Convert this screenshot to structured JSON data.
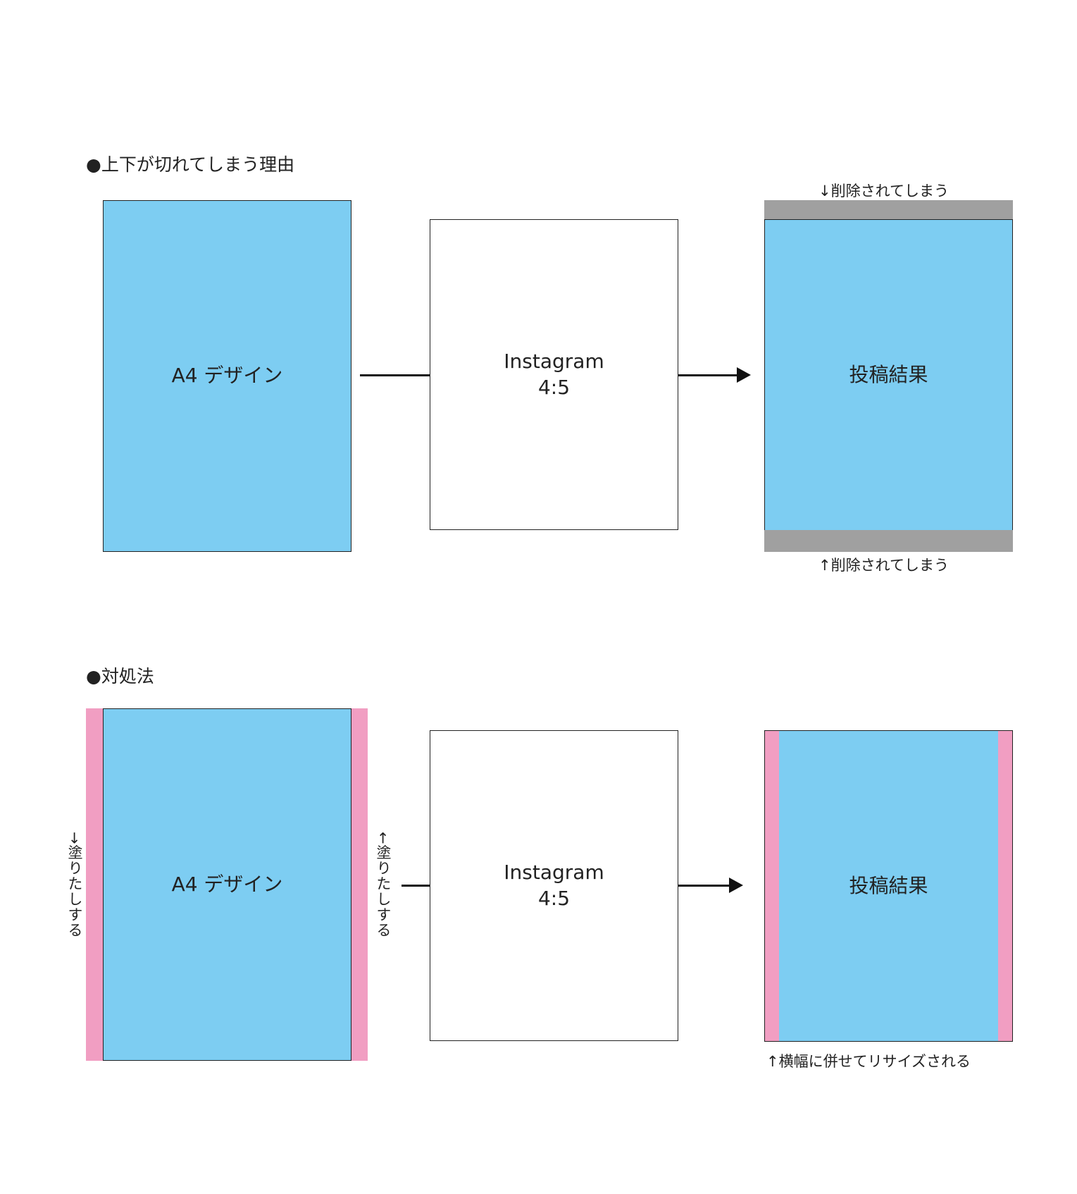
{
  "section1": {
    "title": "●上下が切れてしまう理由",
    "source_label": "A4 デザイン",
    "instagram_line1": "Instagram",
    "instagram_line2": "4:5",
    "result_label": "投稿結果",
    "top_note": "↓削除されてしまう",
    "bottom_note": "↑削除されてしまう"
  },
  "section2": {
    "title": "●対処法",
    "source_label": "A4 デザイン",
    "left_note": "→塗りたしする",
    "right_note": "←塗りたしする",
    "instagram_line1": "Instagram",
    "instagram_line2": "4:5",
    "result_label": "投稿結果",
    "bottom_note": "↑横幅に併せてリサイズされる"
  },
  "colors": {
    "design": "#7dcdf2",
    "cropped": "#a0a0a0",
    "bleed": "#f19ec2"
  }
}
